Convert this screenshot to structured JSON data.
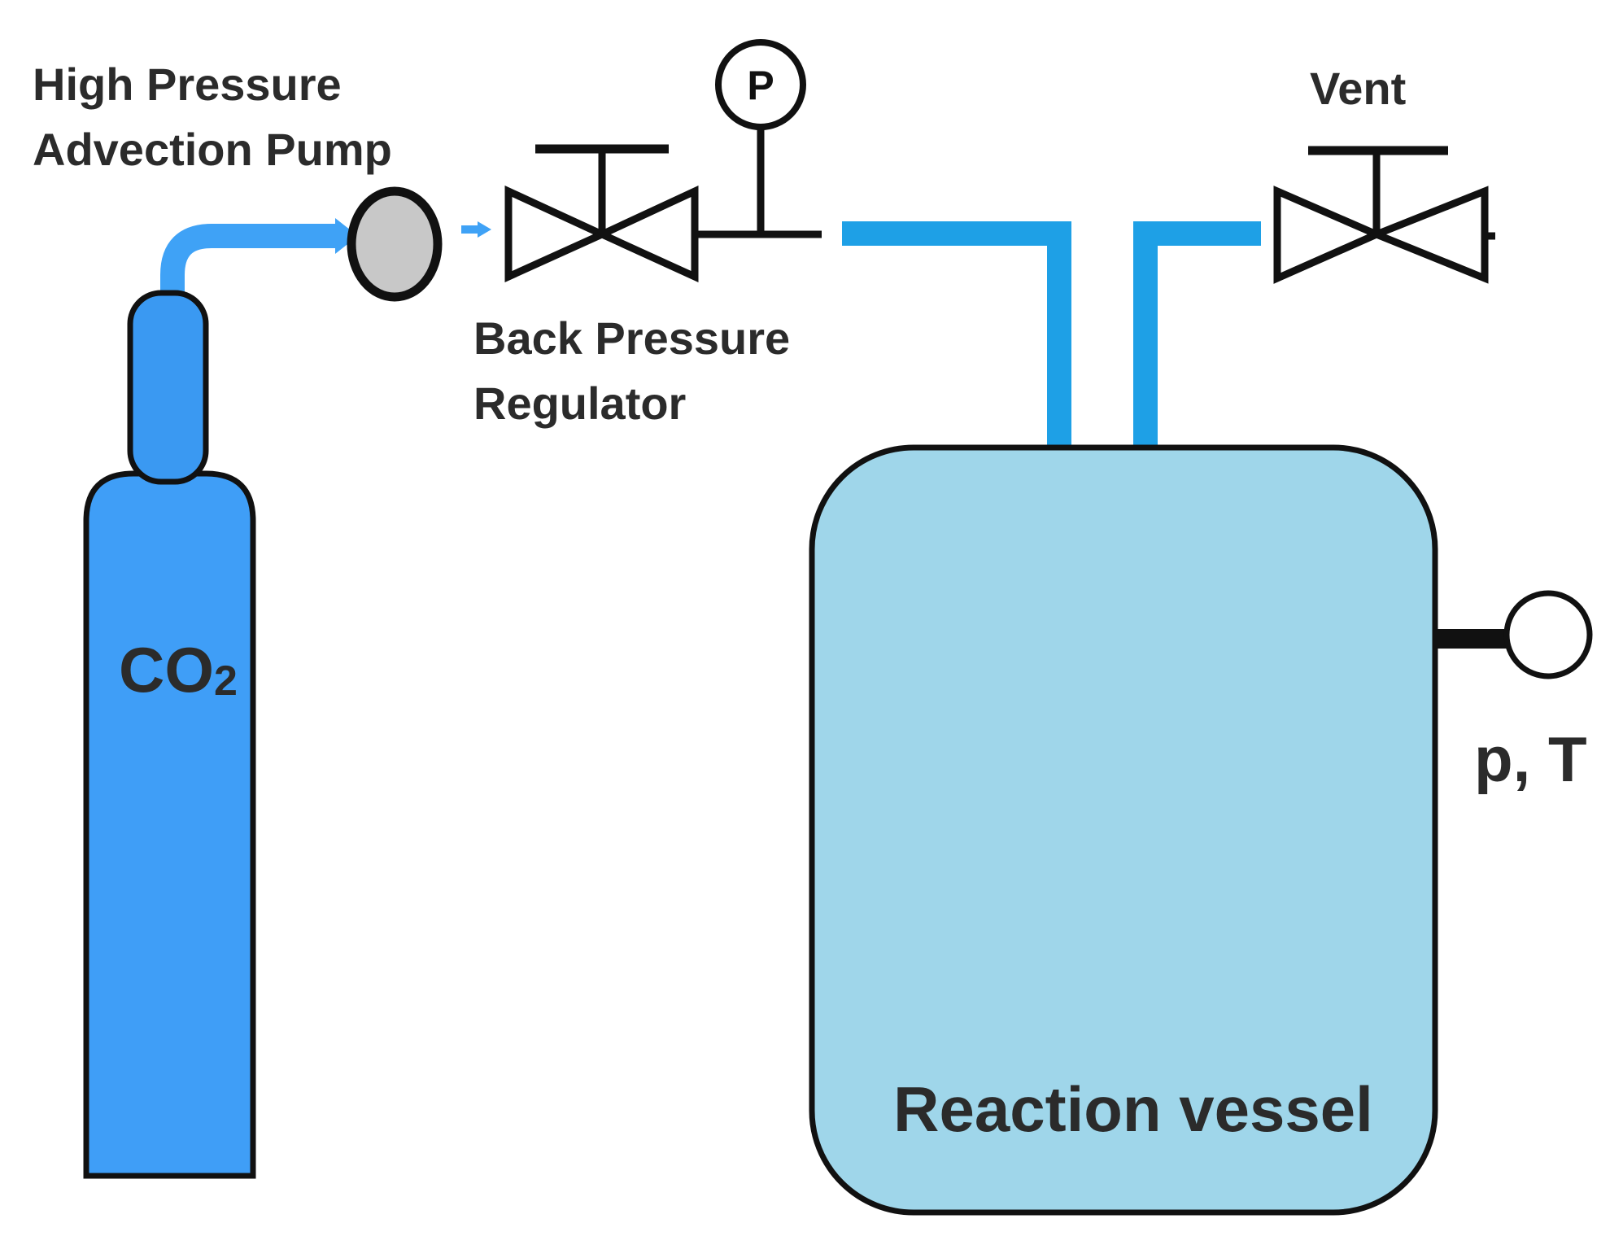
{
  "labels": {
    "pump_line1": "High Pressure",
    "pump_line2": "Advection Pump",
    "regulator_line1": "Back Pressure",
    "regulator_line2": "Regulator",
    "vent": "Vent",
    "gauge_letter": "P",
    "co2_main": "CO",
    "co2_sub": "2",
    "vessel": "Reaction vessel",
    "sensor": "p, T"
  },
  "colors": {
    "pipe": "#1ea0e6",
    "cylinder": "#3f9ef7",
    "cylinder_cap": "#3a99f2",
    "vessel_fill": "#9fd6ea",
    "pump_fill": "#c8c8c8",
    "arrow": "#3fa2f6",
    "stroke": "#111111",
    "text": "#2b2b2b"
  }
}
